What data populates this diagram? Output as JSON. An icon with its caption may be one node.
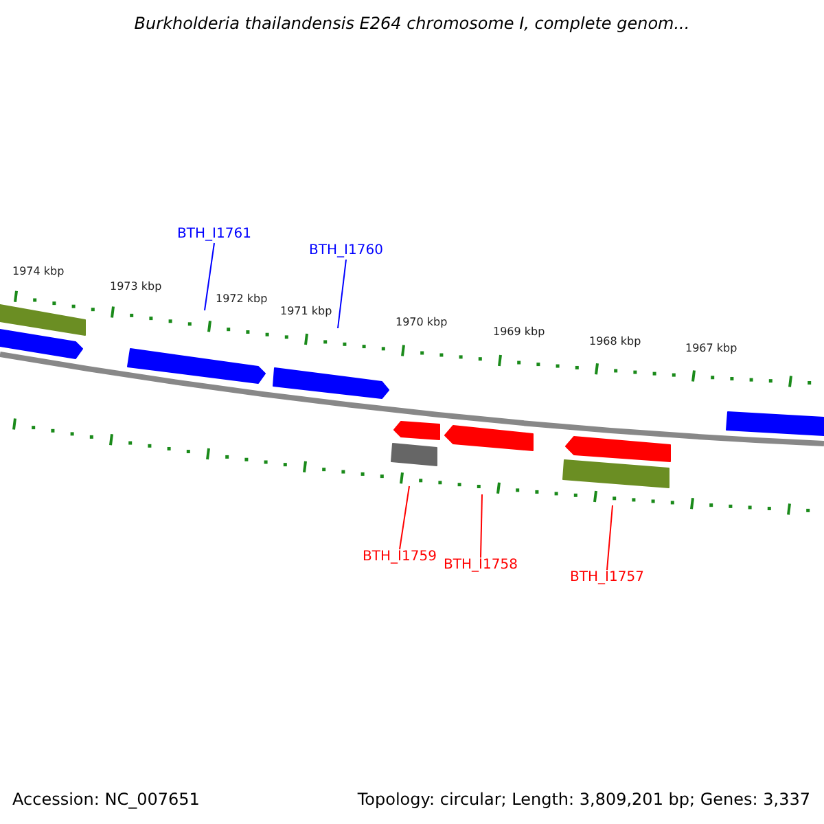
{
  "diagram": {
    "title": "Burkholderia thailandensis E264 chromosome I, complete genom...",
    "nodes": [
      {
        "text": [
          "BTH_I1761"
        ]
      },
      {
        "text": [
          "BTH_I1760"
        ]
      },
      {
        "text": [
          "BTH_I1759"
        ]
      },
      {
        "text": [
          "BTH_I1758"
        ]
      },
      {
        "text": [
          "BTH_I1757"
        ]
      }
    ],
    "edges": [
      {
        "from": 0,
        "to": null,
        "arrow": "none",
        "color": "#0000ff"
      },
      {
        "from": 1,
        "to": null,
        "arrow": "none",
        "color": "#0000ff"
      },
      {
        "from": 2,
        "to": null,
        "arrow": "none"
      },
      {
        "from": 3,
        "to": null,
        "arrow": "none"
      },
      {
        "from": 4,
        "to": null,
        "arrow": "none"
      }
    ],
    "labels": [
      "1974 kbp",
      "1973 kbp",
      "1972 kbp",
      "1971 kbp",
      "1970 kbp",
      "1969 kbp",
      "1968 kbp",
      "1967 kbp",
      "Accession: NC_007651",
      "Topology: circular; Length: 3,809,201 bp; Genes: 3,337"
    ]
  }
}
